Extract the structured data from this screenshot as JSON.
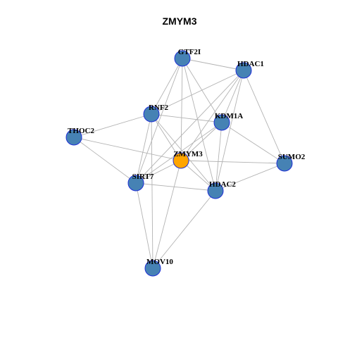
{
  "title": "ZMYM3",
  "colors": {
    "node_fill": "#4682b4",
    "center_fill": "#ffa500",
    "node_stroke": "#1f2fd6",
    "edge": "#b3b3b3"
  },
  "nodes": [
    {
      "id": "GTF2I",
      "label": "GTF2I"
    },
    {
      "id": "HDAC1",
      "label": "HDAC1"
    },
    {
      "id": "RNF2",
      "label": "RNF2"
    },
    {
      "id": "KDM1A",
      "label": "KDM1A"
    },
    {
      "id": "THOC2",
      "label": "THOC2"
    },
    {
      "id": "ZMYM3",
      "label": "ZMYM3",
      "center": true
    },
    {
      "id": "SUMO2",
      "label": "SUMO2"
    },
    {
      "id": "SIRT7",
      "label": "SIRT7"
    },
    {
      "id": "HDAC2",
      "label": "HDAC2"
    },
    {
      "id": "MOV10",
      "label": "MOV10"
    }
  ],
  "edges": [
    [
      "GTF2I",
      "HDAC1"
    ],
    [
      "GTF2I",
      "RNF2"
    ],
    [
      "GTF2I",
      "KDM1A"
    ],
    [
      "GTF2I",
      "ZMYM3"
    ],
    [
      "GTF2I",
      "SIRT7"
    ],
    [
      "GTF2I",
      "HDAC2"
    ],
    [
      "HDAC1",
      "RNF2"
    ],
    [
      "HDAC1",
      "KDM1A"
    ],
    [
      "HDAC1",
      "ZMYM3"
    ],
    [
      "HDAC1",
      "SIRT7"
    ],
    [
      "HDAC1",
      "HDAC2"
    ],
    [
      "HDAC1",
      "SUMO2"
    ],
    [
      "RNF2",
      "THOC2"
    ],
    [
      "RNF2",
      "KDM1A"
    ],
    [
      "RNF2",
      "ZMYM3"
    ],
    [
      "RNF2",
      "SIRT7"
    ],
    [
      "RNF2",
      "HDAC2"
    ],
    [
      "RNF2",
      "MOV10"
    ],
    [
      "KDM1A",
      "ZMYM3"
    ],
    [
      "KDM1A",
      "SIRT7"
    ],
    [
      "KDM1A",
      "HDAC2"
    ],
    [
      "KDM1A",
      "SUMO2"
    ],
    [
      "THOC2",
      "ZMYM3"
    ],
    [
      "THOC2",
      "SIRT7"
    ],
    [
      "ZMYM3",
      "SUMO2"
    ],
    [
      "ZMYM3",
      "HDAC2"
    ],
    [
      "ZMYM3",
      "SIRT7"
    ],
    [
      "ZMYM3",
      "MOV10"
    ],
    [
      "SIRT7",
      "HDAC2"
    ],
    [
      "SIRT7",
      "MOV10"
    ],
    [
      "HDAC2",
      "SUMO2"
    ],
    [
      "HDAC2",
      "MOV10"
    ]
  ]
}
